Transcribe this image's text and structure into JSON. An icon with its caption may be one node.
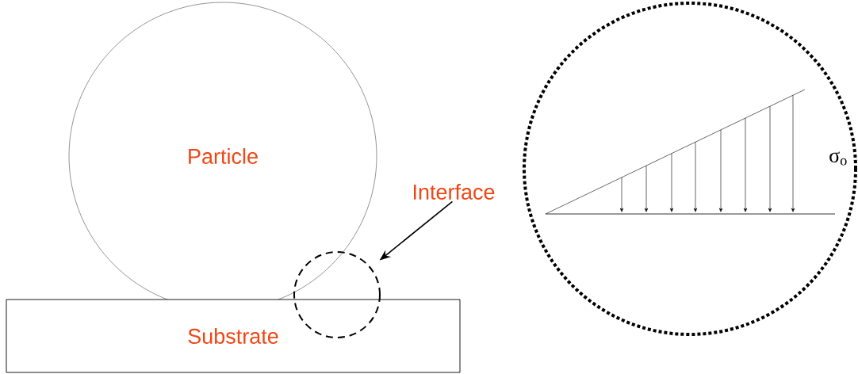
{
  "diagram": {
    "nodes": [
      {
        "text": [
          "Particle"
        ]
      },
      {
        "text": [
          "Substrate"
        ]
      },
      {
        "text": [
          "Interface"
        ]
      },
      {
        "text": [],
        "shape": "circle"
      },
      {
        "text": [],
        "shape": "circle"
      }
    ],
    "edges": [
      {
        "from": 2,
        "to": 3,
        "arrow": "to"
      }
    ],
    "labels": [
      "σ$_{o}$"
    ]
  }
}
